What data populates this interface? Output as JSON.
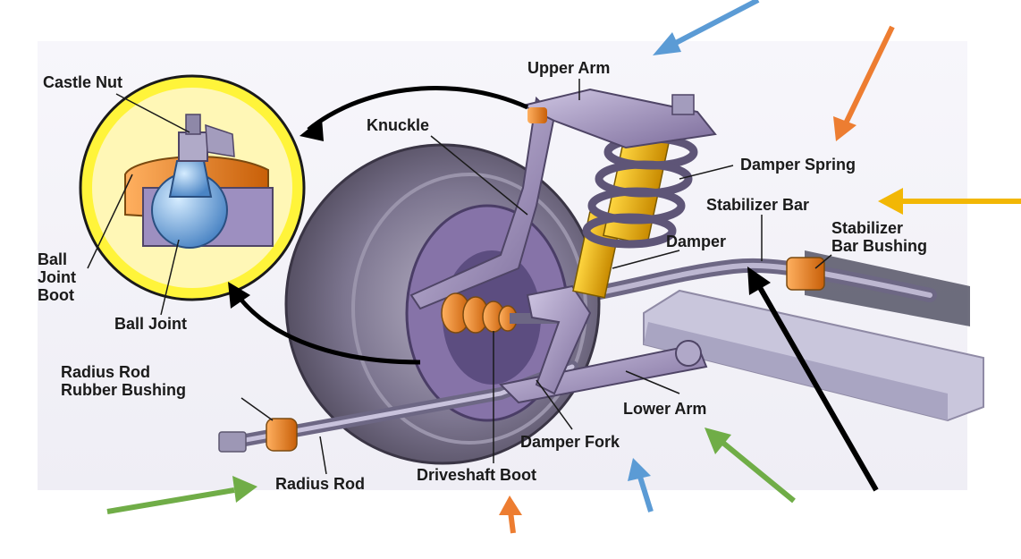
{
  "labels": {
    "castle_nut": "Castle Nut",
    "upper_arm": "Upper Arm",
    "knuckle": "Knuckle",
    "damper_spring": "Damper Spring",
    "stabilizer_bar": "Stabilizer Bar",
    "stabilizer_bar_bushing": "Stabilizer\nBar Bushing",
    "damper": "Damper",
    "ball_joint_boot": "Ball\nJoint\nBoot",
    "ball_joint": "Ball Joint",
    "radius_rod_rubber_bushing": "Radius Rod\nRubber Bushing",
    "lower_arm": "Lower Arm",
    "damper_fork": "Damper Fork",
    "radius_rod": "Radius Rod",
    "driveshaft_boot": "Driveshaft Boot"
  },
  "colors": {
    "arrow_blue": "#5b9bd5",
    "arrow_orange": "#ed7d31",
    "arrow_yellow": "#f2b705",
    "arrow_green": "#70ad47",
    "arrow_black": "#000000",
    "part_orange": "#e8861c",
    "part_yellow": "#f0b400",
    "part_purple": "#8e7fae",
    "inset_yellow": "#fff43a"
  }
}
